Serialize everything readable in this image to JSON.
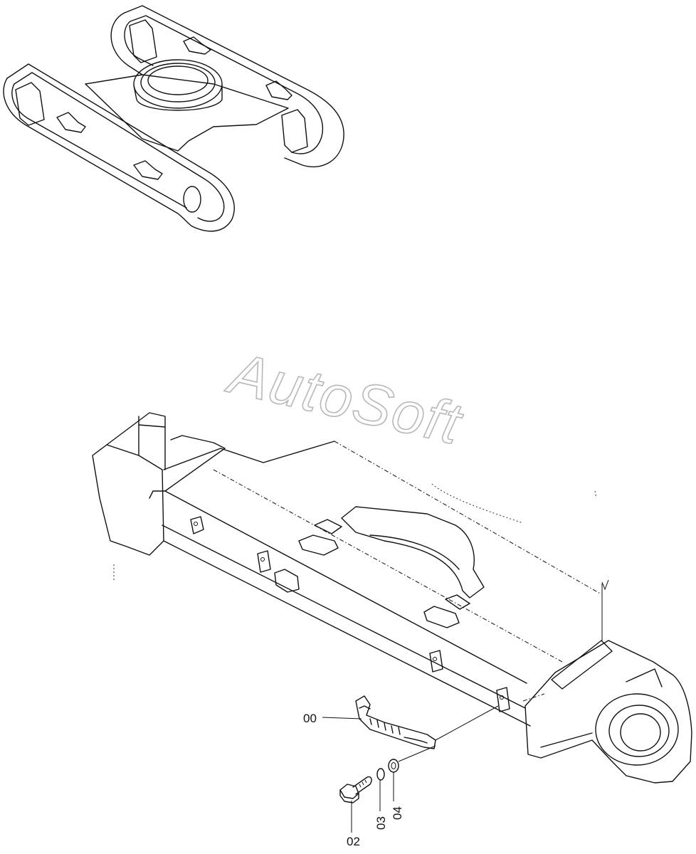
{
  "watermark": "AutoSoft",
  "callouts": {
    "bracket": "00",
    "bolt": "02",
    "lock_washer": "03",
    "washer": "04"
  },
  "icons": {
    "undercarriage": "undercarriage-overview-icon",
    "track_frame": "track-frame-icon",
    "bolt": "bolt-icon",
    "washer": "washer-icon"
  }
}
